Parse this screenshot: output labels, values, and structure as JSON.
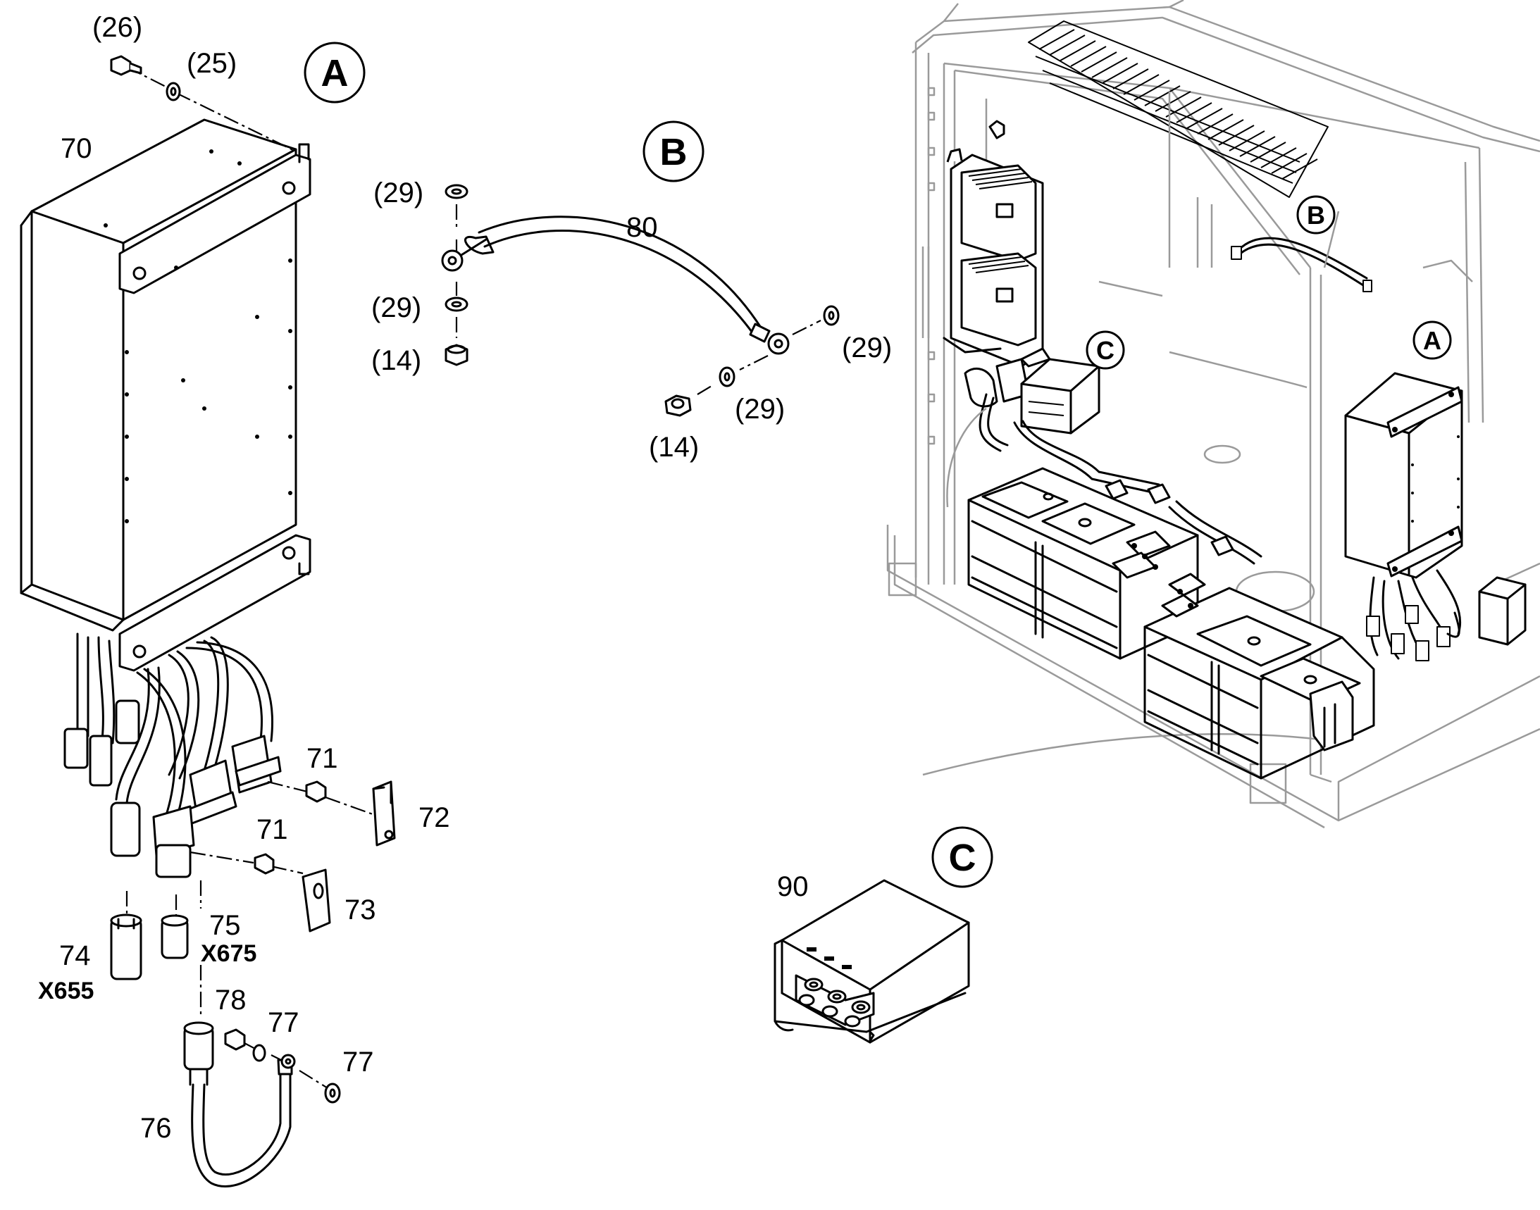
{
  "views": {
    "A": "A",
    "B": "B",
    "C": "C"
  },
  "callouts": {
    "main_B": "B",
    "main_C": "C",
    "main_A": "A"
  },
  "labels": {
    "l26": "(26)",
    "l25": "(25)",
    "l70": "70",
    "l71a": "71",
    "l72": "72",
    "l71b": "71",
    "l73": "73",
    "l74": "74",
    "l75": "75",
    "x655": "X655",
    "x675": "X675",
    "l78": "78",
    "l77a": "77",
    "l77b": "77",
    "l76": "76",
    "l29a": "(29)",
    "l80": "80",
    "l29b": "(29)",
    "l14a": "(14)",
    "l29c": "(29)",
    "l29d": "(29)",
    "l14b": "(14)",
    "l90": "90"
  }
}
